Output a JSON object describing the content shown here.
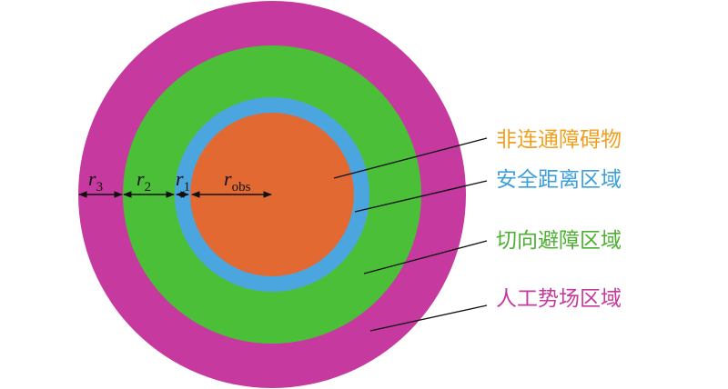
{
  "zones": [
    {
      "key": "artificial-potential",
      "color": "#c63a9f"
    },
    {
      "key": "tangential-avoidance",
      "color": "#4cbf39"
    },
    {
      "key": "safe-distance",
      "color": "#4ba6df"
    },
    {
      "key": "non-connected-obstacle",
      "color": "#e36933"
    }
  ],
  "legend": [
    {
      "text": "非连通障碍物",
      "color": "#f0a020"
    },
    {
      "text": "安全距离区域",
      "color": "#3c9fdb"
    },
    {
      "text": "切向避障区域",
      "color": "#4cb033"
    },
    {
      "text": "人工势场区域",
      "color": "#c63a9f"
    }
  ],
  "radii": [
    {
      "base": "r",
      "sub": "3"
    },
    {
      "base": "r",
      "sub": "2"
    },
    {
      "base": "r",
      "sub": "1"
    },
    {
      "base": "r",
      "sub": "obs"
    }
  ]
}
